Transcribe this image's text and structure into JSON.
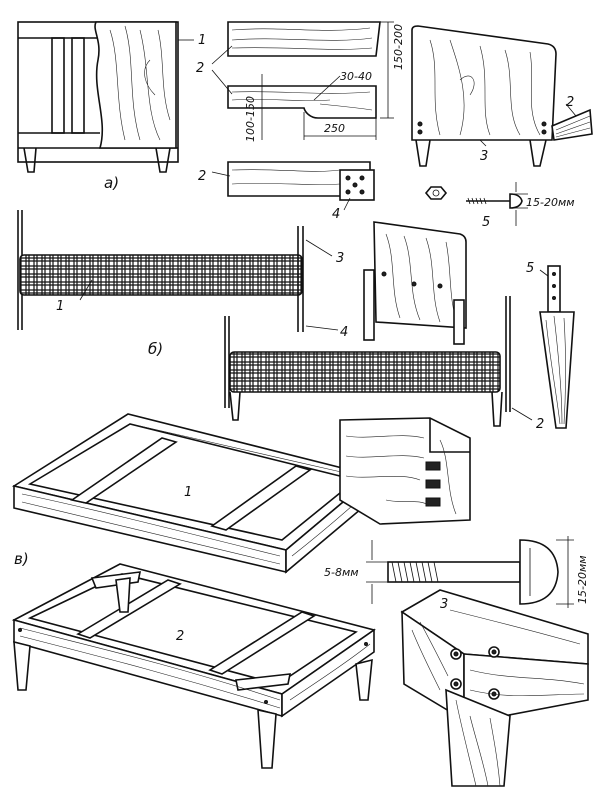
{
  "labels": {
    "part_a": "а)",
    "part_b": "б)",
    "part_v": "в)",
    "n1": "1",
    "n2": "2",
    "n3": "3",
    "n4": "4",
    "n5": "5"
  },
  "dimensions": {
    "d_150_200": "150-200",
    "d_30_40": "30-40",
    "d_100_150": "100-150",
    "d_250": "250",
    "d_15_20_mm": "15-20мм",
    "d_5_8_mm": "5-8мм",
    "d_15_20_mm_big": "15-20мм"
  },
  "colors": {
    "ink": "#111111",
    "paper": "#ffffff"
  }
}
